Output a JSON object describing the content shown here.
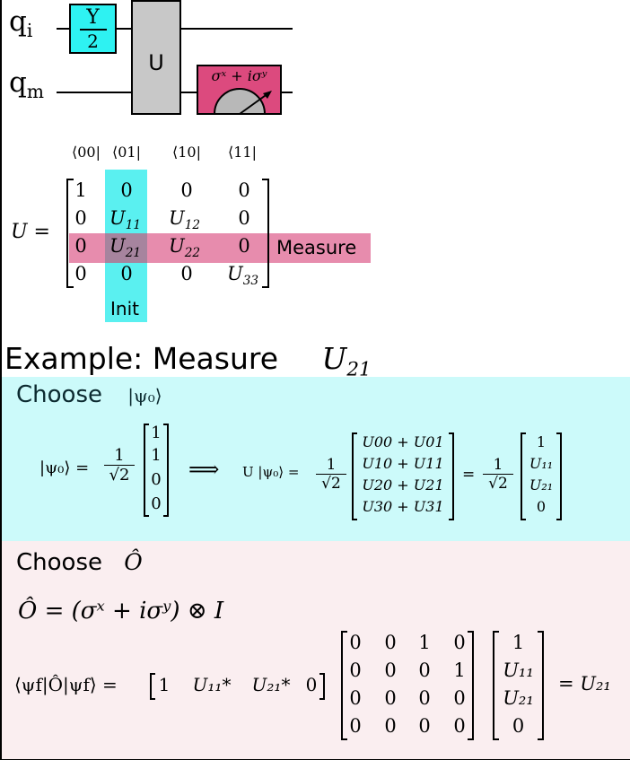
{
  "circuit": {
    "qubit_i": "q",
    "qubit_i_sub": "i",
    "qubit_m": "q",
    "qubit_m_sub": "m",
    "y_gate_num": "Y",
    "y_gate_den": "2",
    "u_gate": "U",
    "measure_gate": "σˣ + iσʸ"
  },
  "matrix_u": {
    "lhs": "U =",
    "col_headers": [
      "⟨00|",
      "⟨01|",
      "⟨10|",
      "⟨11|"
    ],
    "rows": [
      [
        "1",
        "0",
        "0",
        "0"
      ],
      [
        "0",
        "U",
        "U",
        "0"
      ],
      [
        "0",
        "U",
        "U",
        "0"
      ],
      [
        "0",
        "0",
        "0",
        "U"
      ]
    ],
    "subs": {
      "r1c1": "11",
      "r1c2": "12",
      "r2c1": "21",
      "r2c2": "22",
      "r3c3": "33"
    },
    "measure_label": "Measure",
    "init_label": "Init"
  },
  "example": {
    "title": "Example: Measure",
    "title_var": "U",
    "title_sub": "21"
  },
  "choose_psi": {
    "heading": "Choose",
    "heading_math": "|ψ₀⟩",
    "psi_lhs": "|ψ₀⟩ =",
    "frac_num": "1",
    "frac_den": "√2",
    "vec1": [
      "1",
      "1",
      "0",
      "0"
    ],
    "implies": "⟹",
    "u_psi_lhs": "U |ψ₀⟩ =",
    "vec2": [
      "U00 + U01",
      "U10 + U11",
      "U20 + U21",
      "U30 + U31"
    ],
    "eq": "=",
    "vec3": [
      "1",
      "U₁₁",
      "U₂₁",
      "0"
    ]
  },
  "choose_o": {
    "heading": "Choose",
    "heading_math": "Ô",
    "o_def": "Ô = (σˣ + iσʸ) ⊗ I",
    "expect_lhs": "⟨ψf|Ô|ψf⟩ =",
    "row_vec": [
      "1",
      "U₁₁*",
      "U₂₁*",
      "0"
    ],
    "o_matrix": [
      [
        "0",
        "0",
        "1",
        "0"
      ],
      [
        "0",
        "0",
        "0",
        "1"
      ],
      [
        "0",
        "0",
        "0",
        "0"
      ],
      [
        "0",
        "0",
        "0",
        "0"
      ]
    ],
    "col_vec": [
      "1",
      "U₁₁",
      "U₂₁",
      "0"
    ],
    "result": "= U₂₁"
  }
}
